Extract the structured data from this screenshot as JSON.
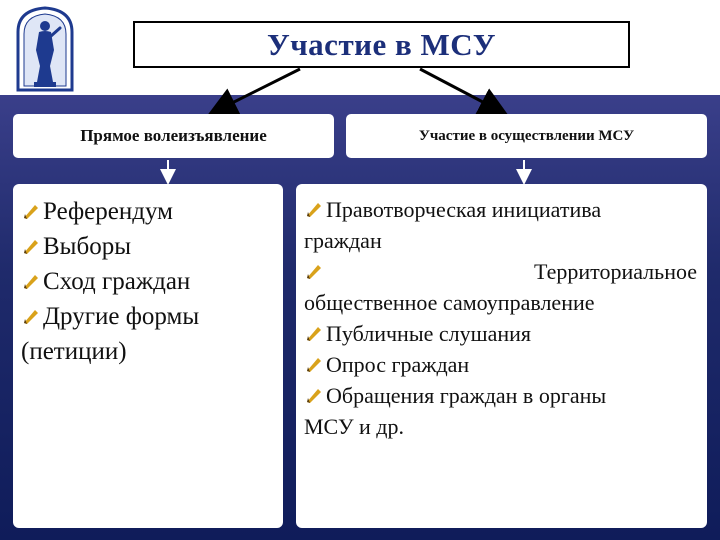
{
  "title": "Участие в МСУ",
  "logo": {
    "icon": "statue-emblem-icon"
  },
  "branches": {
    "left": {
      "heading": "Прямое волеизъявление",
      "items": [
        "Референдум",
        "Выборы",
        "Сход граждан",
        "Другие формы"
      ],
      "continuation": "(петиции)"
    },
    "right": {
      "heading": "Участие в осуществлении МСУ",
      "items": [
        {
          "first": "Правотворческая инициатива",
          "rest": "граждан"
        },
        {
          "first": "Территориальное",
          "rest": "общественное самоуправление"
        },
        {
          "first": "Публичные слушания",
          "rest": ""
        },
        {
          "first": "Опрос граждан",
          "rest": ""
        },
        {
          "first": "Обращения граждан в органы",
          "rest": "МСУ и др."
        }
      ]
    }
  },
  "colors": {
    "title": "#1c2f7a",
    "background": "#1f2a6b",
    "bullet": "#d9a21b"
  }
}
